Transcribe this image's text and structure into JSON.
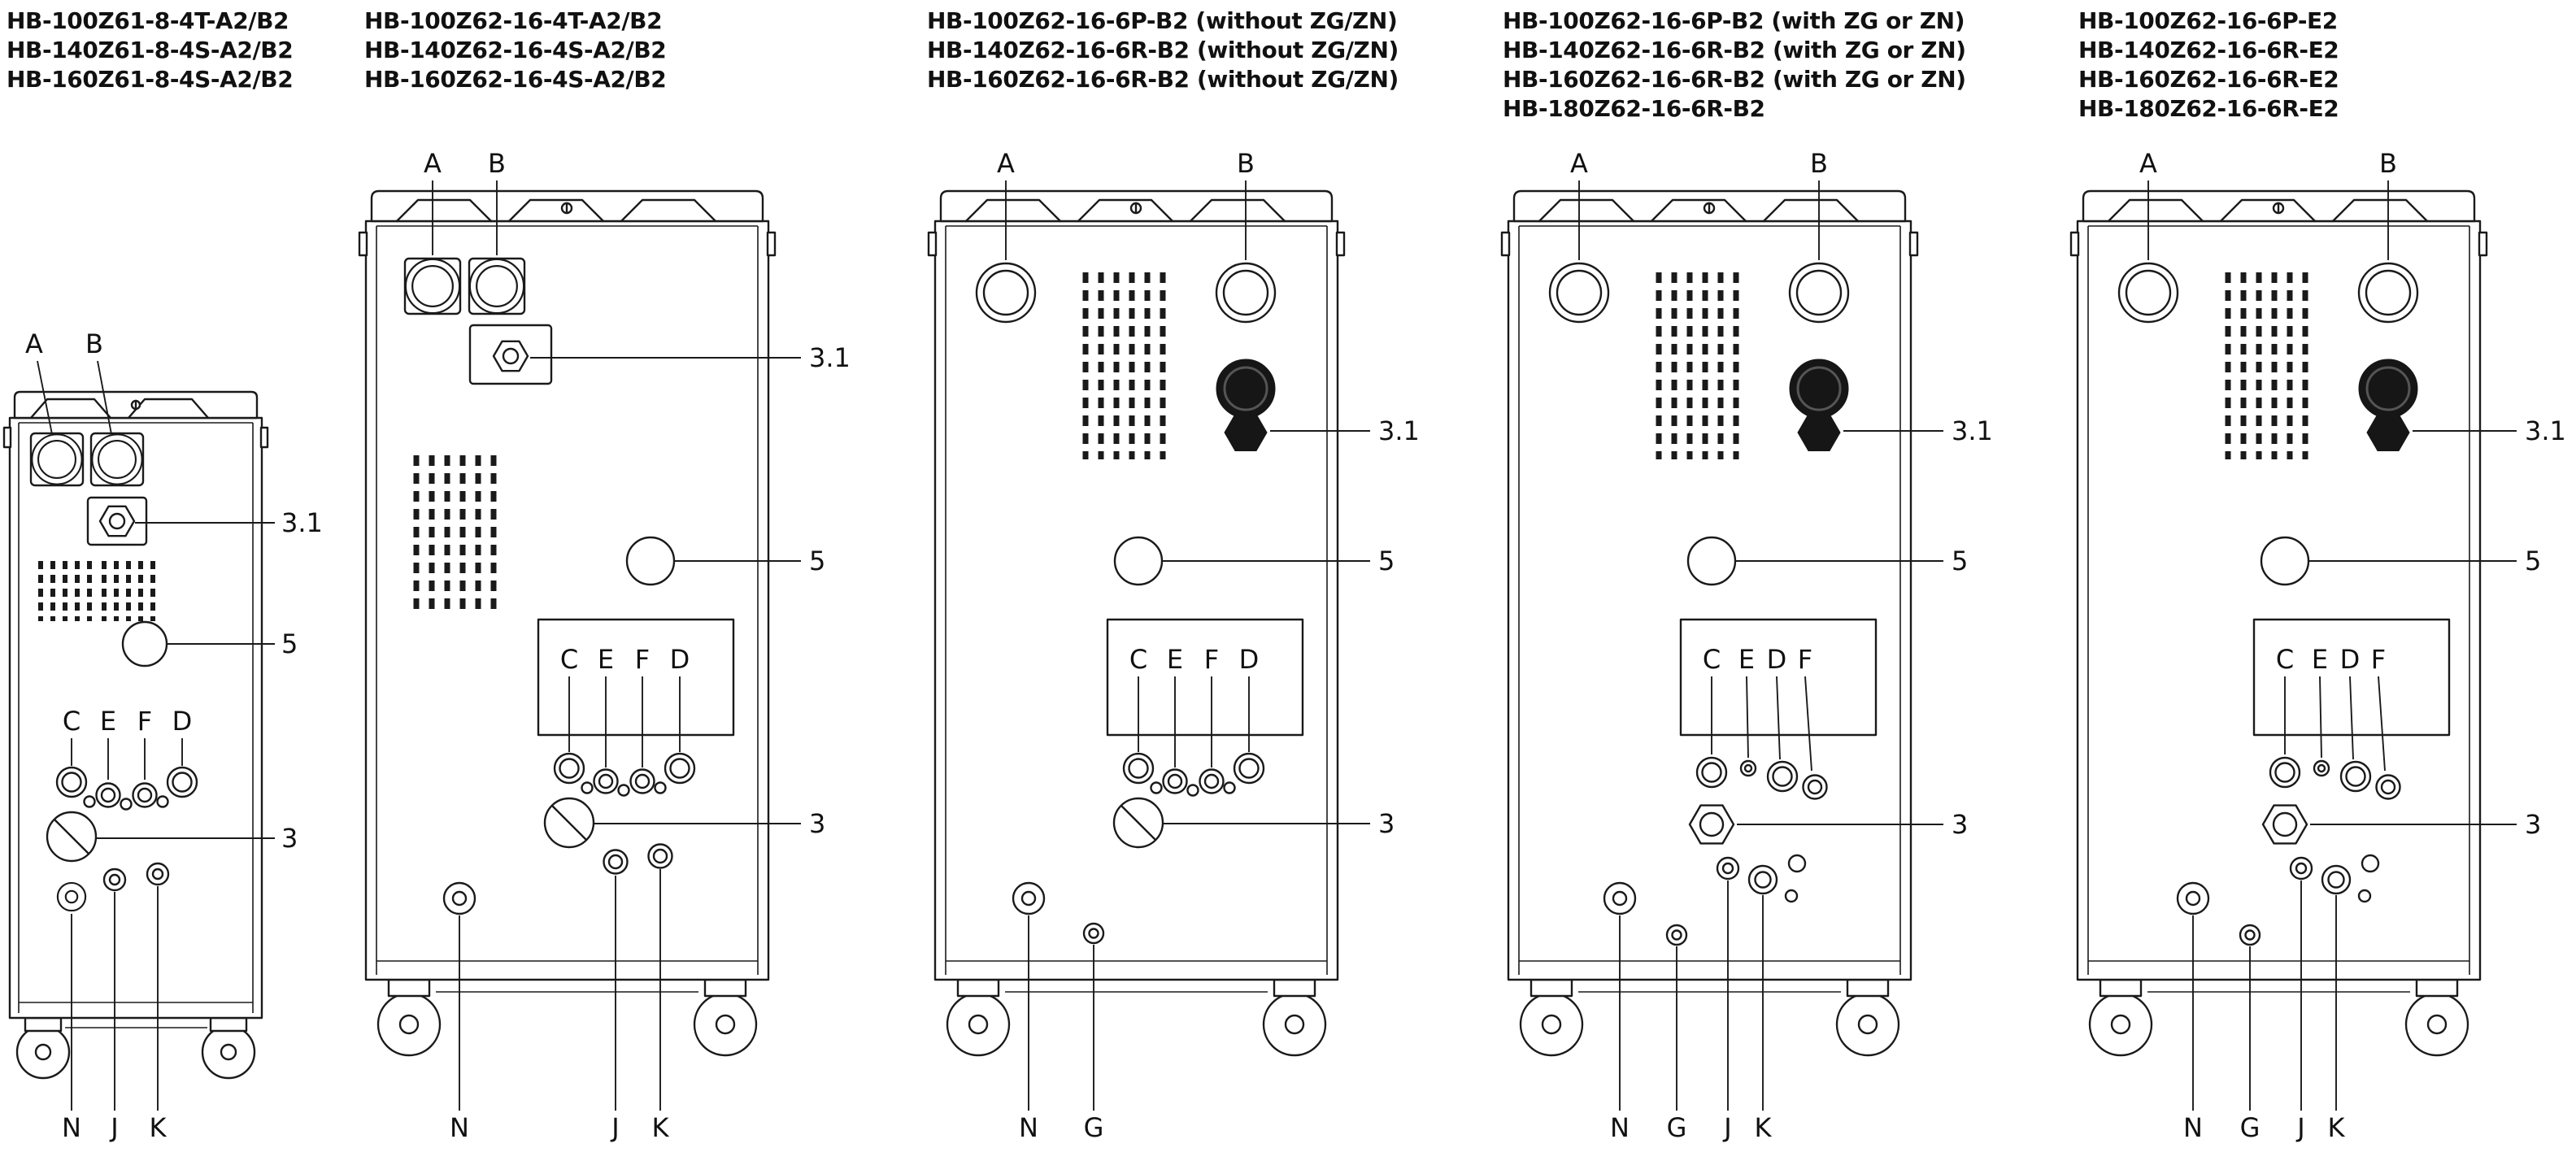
{
  "figure": {
    "background": "#ffffff",
    "line_color": "#1a1a1a"
  },
  "panels": [
    {
      "headers": [
        "HB-100Z61-8-4T-A2/B2",
        "HB-140Z61-8-4S-A2/B2",
        "HB-160Z61-8-4S-A2/B2"
      ],
      "top": [
        "A",
        "B"
      ],
      "right": [
        "3.1",
        "5",
        "3"
      ],
      "mid": [
        "C",
        "E",
        "F",
        "D"
      ],
      "bottom": [
        "N",
        "J",
        "K"
      ]
    },
    {
      "headers": [
        "HB-100Z62-16-4T-A2/B2",
        "HB-140Z62-16-4S-A2/B2",
        "HB-160Z62-16-4S-A2/B2"
      ],
      "top": [
        "A",
        "B"
      ],
      "right": [
        "3.1",
        "5",
        "3"
      ],
      "mid": [
        "C",
        "E",
        "F",
        "D"
      ],
      "bottom": [
        "N",
        "J",
        "K"
      ]
    },
    {
      "headers": [
        "HB-100Z62-16-6P-B2 (without ZG/ZN)",
        "HB-140Z62-16-6R-B2 (without ZG/ZN)",
        "HB-160Z62-16-6R-B2 (without ZG/ZN)"
      ],
      "top": [
        "A",
        "B"
      ],
      "right": [
        "3.1",
        "5",
        "3"
      ],
      "mid": [
        "C",
        "E",
        "F",
        "D"
      ],
      "bottom": [
        "N",
        "G"
      ]
    },
    {
      "headers": [
        "HB-100Z62-16-6P-B2 (with ZG or ZN)",
        "HB-140Z62-16-6R-B2 (with ZG or ZN)",
        "HB-160Z62-16-6R-B2 (with ZG or ZN)",
        "HB-180Z62-16-6R-B2"
      ],
      "top": [
        "A",
        "B"
      ],
      "right": [
        "3.1",
        "5",
        "3"
      ],
      "mid": [
        "C",
        "E",
        "D",
        "F"
      ],
      "bottom": [
        "N",
        "G",
        "J",
        "K"
      ]
    },
    {
      "headers": [
        "HB-100Z62-16-6P-E2",
        "HB-140Z62-16-6R-E2",
        "HB-160Z62-16-6R-E2",
        "HB-180Z62-16-6R-E2"
      ],
      "top": [
        "A",
        "B"
      ],
      "right": [
        "3.1",
        "5",
        "3"
      ],
      "mid": [
        "C",
        "E",
        "D",
        "F"
      ],
      "bottom": [
        "N",
        "G",
        "J",
        "K"
      ]
    }
  ]
}
